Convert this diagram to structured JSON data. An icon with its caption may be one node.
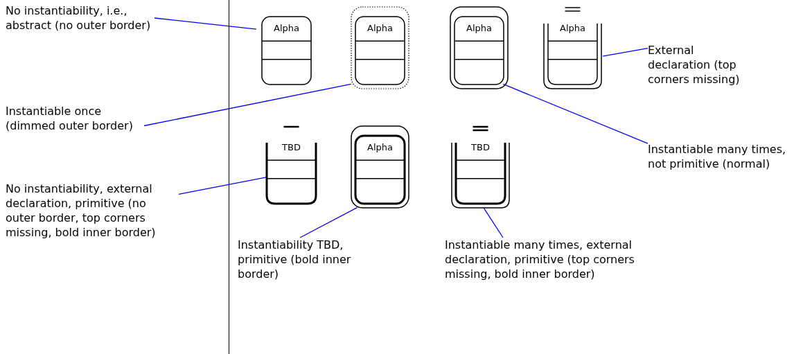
{
  "diagram": {
    "nodes": [
      {
        "text": [
          "No instantiability, i.e., abstract (no outer border)"
        ]
      },
      {
        "text": [
          "Alpha"
        ]
      },
      {
        "text": [
          "Alpha"
        ]
      },
      {
        "text": [
          "Alpha"
        ]
      },
      {
        "text": [
          "Alpha"
        ]
      },
      {
        "text": [
          "External declaration (top corners missing)"
        ]
      },
      {
        "text": [
          "Instantiable once (dimmed outer border)"
        ]
      },
      {
        "text": [
          "Instantiable many times, not primitive (normal)"
        ]
      },
      {
        "text": [
          "TBD"
        ]
      },
      {
        "text": [
          "Alpha"
        ]
      },
      {
        "text": [
          "TBD"
        ]
      },
      {
        "text": [
          "No instantiability, external declaration, primitive (no outer border, top corners missing, bold inner border)"
        ]
      },
      {
        "text": [
          "Instantiability TBD, primitive (bold inner border)"
        ]
      },
      {
        "text": [
          "Instantiable many times, external declaration, primitive (top corners missing, bold inner border)"
        ]
      }
    ],
    "edges": [
      {
        "from": 0,
        "to": 1,
        "arrow": "none"
      },
      {
        "from": 5,
        "to": 4,
        "arrow": "none"
      },
      {
        "from": 6,
        "to": 2,
        "arrow": "none"
      },
      {
        "from": 7,
        "to": 3,
        "arrow": "none"
      },
      {
        "from": 11,
        "to": 8,
        "arrow": "none"
      },
      {
        "from": 12,
        "to": 9,
        "arrow": "none"
      },
      {
        "from": 13,
        "to": 10,
        "arrow": "none"
      }
    ]
  }
}
